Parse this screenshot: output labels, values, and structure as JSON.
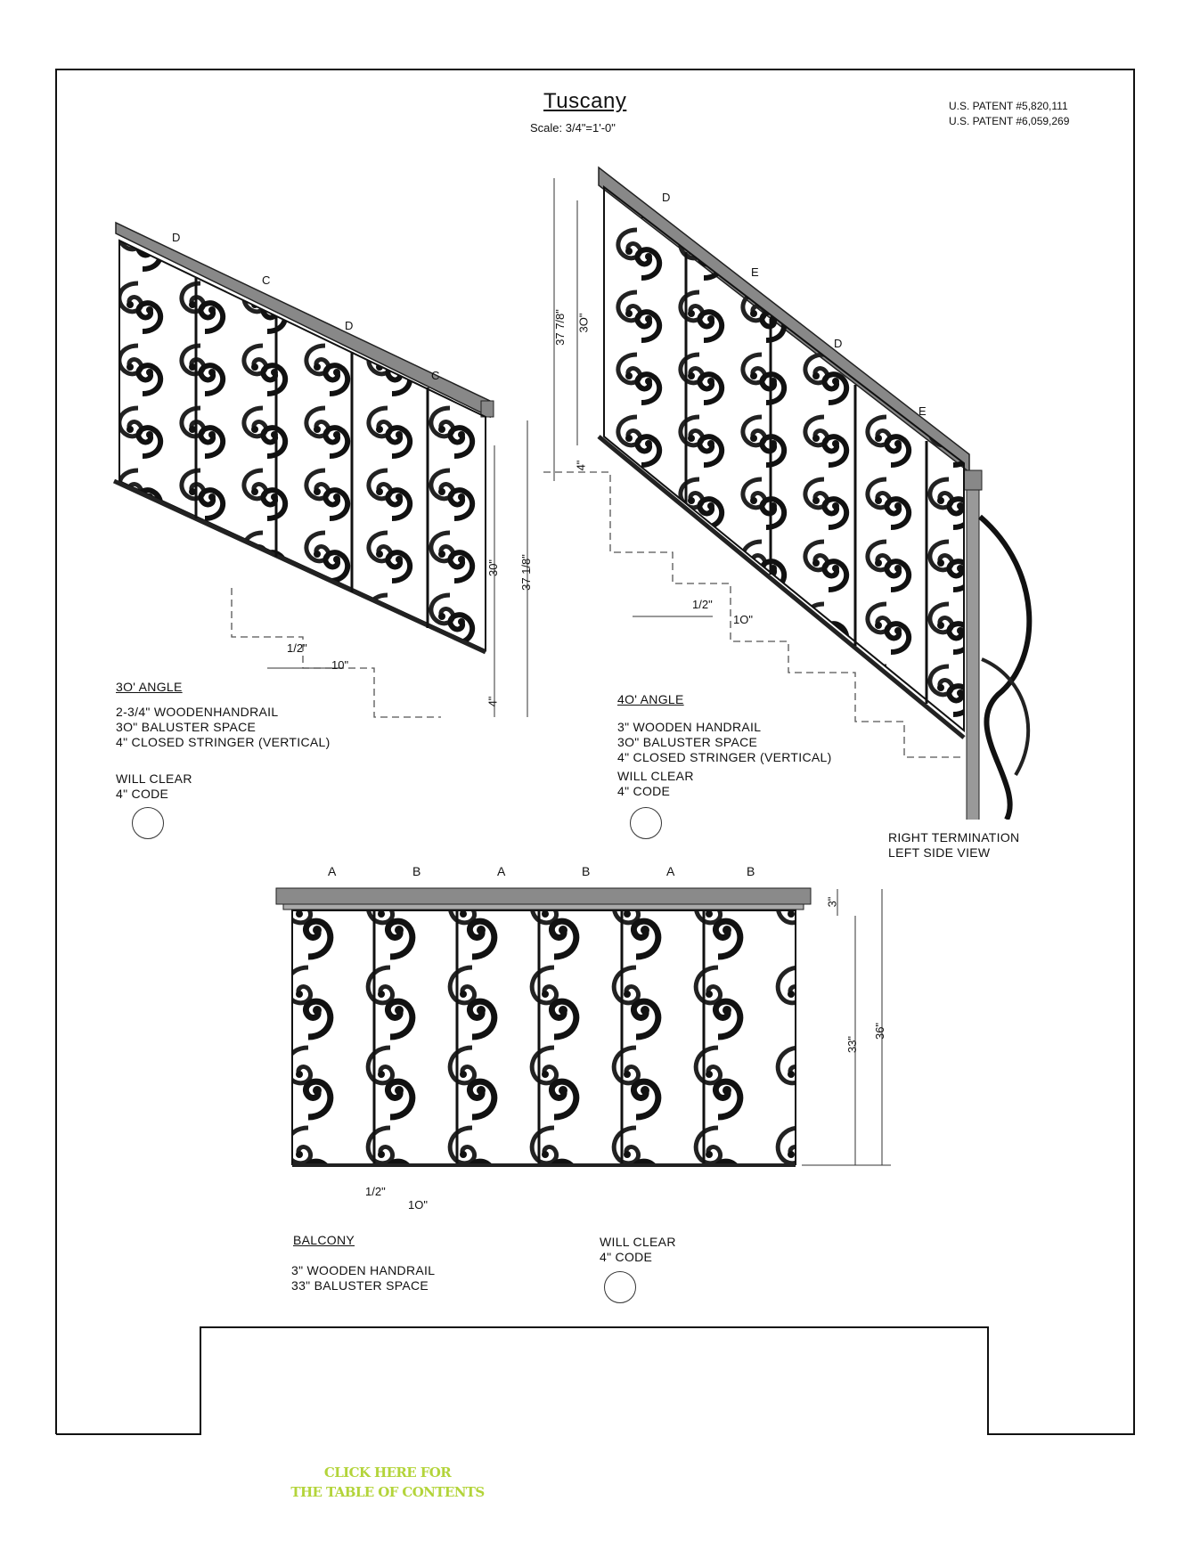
{
  "header": {
    "title": "Tuscany",
    "scale": "Scale:  3/4\"=1'-0\"",
    "patents": [
      "U.S. PATENT #5,820,111",
      "U.S. PATENT #6,059,269"
    ]
  },
  "stair30": {
    "panel_labels": [
      "D",
      "C",
      "D",
      "C"
    ],
    "dims": {
      "height_30": "30\"",
      "height_37": "37 1/8\"",
      "stringer": "4\"",
      "half": "1/2\"",
      "ten": "10\""
    },
    "heading": "3O' ANGLE",
    "specs": [
      "2-3/4\" WOODENHANDRAIL",
      "3O\" BALUSTER SPACE",
      "4\" CLOSED STRINGER (VERTICAL)"
    ],
    "code": [
      "WILL CLEAR",
      "4\" CODE"
    ]
  },
  "stair40": {
    "panel_labels": [
      "D",
      "E",
      "D",
      "E"
    ],
    "dims": {
      "height_37": "37 7/8\"",
      "height_30": "3O\"",
      "stringer": "4\"",
      "half": "1/2\"",
      "ten": "1O\""
    },
    "heading": "4O' ANGLE",
    "specs": [
      "3\" WOODEN HANDRAIL",
      "3O\" BALUSTER SPACE",
      "4\" CLOSED STRINGER (VERTICAL)"
    ],
    "code": [
      "WILL CLEAR",
      "4\" CODE"
    ],
    "termination": [
      "RIGHT TERMINATION",
      "LEFT SIDE VIEW"
    ]
  },
  "balcony": {
    "panel_labels": [
      "A",
      "B",
      "A",
      "B",
      "A",
      "B"
    ],
    "dims": {
      "rail": "3\"",
      "height_33": "33\"",
      "height_36": "36\"",
      "half": "1/2\"",
      "ten": "1O\""
    },
    "heading": "BALCONY",
    "specs": [
      "3\" WOODEN HANDRAIL",
      "33\" BALUSTER SPACE"
    ],
    "code": [
      "WILL CLEAR",
      "4\" CODE"
    ]
  },
  "footer": {
    "link_lines": [
      "CLICK HERE FOR",
      "THE TABLE OF CONTENTS"
    ],
    "link_color": "#b3d43a"
  }
}
